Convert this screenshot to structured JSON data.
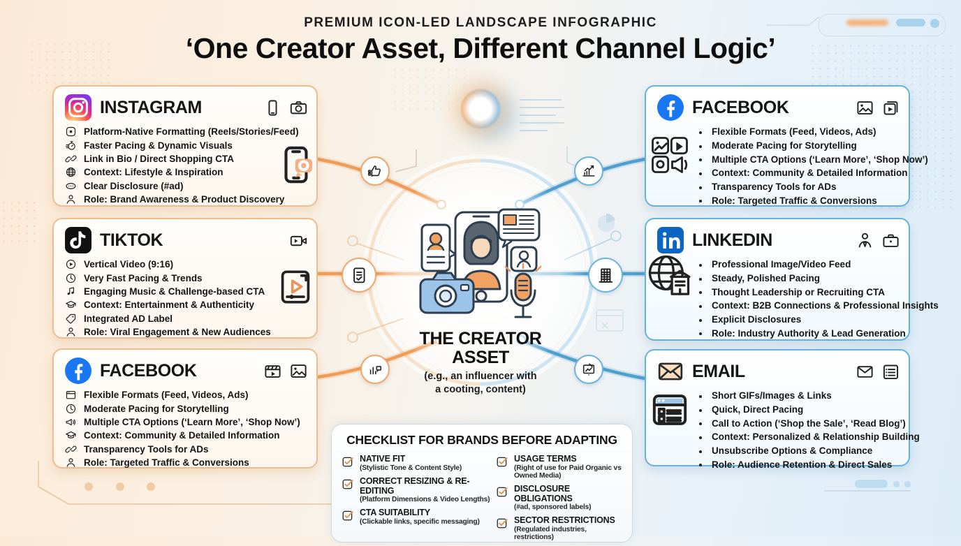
{
  "header": {
    "kicker": "PREMIUM ICON-LED LANDSCAPE INFOGRAPHIC",
    "title": "‘One Creator Asset, Different Channel Logic’"
  },
  "center": {
    "title": "THE CREATOR ASSET",
    "subtitle": "(e.g., an influencer with a cooting, content)"
  },
  "colors": {
    "accent_orange": "#f0a263",
    "accent_blue": "#58a8d6",
    "facebook_blue": "#1877f2",
    "linkedin_blue": "#0a66c2",
    "tiktok_black": "#111111",
    "check_orange": "#e8944a"
  },
  "panels": [
    {
      "id": "instagram",
      "side": "left",
      "title": "INSTAGRAM",
      "brand_icon": "instagram-logo-icon",
      "header_icons": [
        "smartphone-icon",
        "camera-icon"
      ],
      "side_icon": "phone-camera-icon",
      "items": [
        {
          "icon": "record-icon",
          "text": "Platform-Native Formatting (Reels/Stories/Feed)"
        },
        {
          "icon": "stopwatch-icon",
          "text": "Faster Pacing & Dynamic Visuals"
        },
        {
          "icon": "link-icon",
          "text": "Link in Bio / Direct Shopping CTA"
        },
        {
          "icon": "globe-icon",
          "text": "Context: Lifestyle & Inspiration"
        },
        {
          "icon": "disclosure-icon",
          "text": "Clear Disclosure (#ad)"
        },
        {
          "icon": "person-icon",
          "text": "Role: Brand Awareness & Product Discovery"
        }
      ]
    },
    {
      "id": "tiktok",
      "side": "left",
      "title": "TIKTOK",
      "brand_icon": "tiktok-logo-icon",
      "header_icons": [
        "video-camera-icon"
      ],
      "side_icon": "video-player-icon",
      "items": [
        {
          "icon": "play-circle-icon",
          "text": "Vertical Video (9:16)"
        },
        {
          "icon": "clock-icon",
          "text": "Very Fast Pacing & Trends"
        },
        {
          "icon": "music-icon",
          "text": "Engaging Music & Challenge-based CTA"
        },
        {
          "icon": "gradcap-icon",
          "text": "Context: Entertainment & Authenticity"
        },
        {
          "icon": "tag-icon",
          "text": "Integrated AD Label"
        },
        {
          "icon": "person-icon",
          "text": "Role: Viral Engagement & New Audiences"
        }
      ]
    },
    {
      "id": "facebook-left",
      "side": "left",
      "title": "FACEBOOK",
      "brand_icon": "facebook-logo-icon",
      "header_icons": [
        "clapperboard-icon",
        "photo-icon"
      ],
      "side_icon": null,
      "items": [
        {
          "icon": "browser-icon",
          "text": "Flexible Formats (Feed, Videos, Ads)"
        },
        {
          "icon": "clock-icon",
          "text": "Moderate Pacing for Storytelling"
        },
        {
          "icon": "speaker-icon",
          "text": "Multiple CTA Options (‘Learn More’, ‘Shop Now’)"
        },
        {
          "icon": "gradcap-icon",
          "text": "Context: Community & Detailed Information"
        },
        {
          "icon": "link-icon",
          "text": "Transparency Tools for ADs"
        },
        {
          "icon": "person-icon",
          "text": "Role: Targeted Traffic & Conversions"
        }
      ]
    },
    {
      "id": "facebook-right",
      "side": "right",
      "title": "FACEBOOK",
      "brand_icon": "facebook-logo-icon",
      "header_icons": [
        "photo-icon",
        "video-stack-icon"
      ],
      "side_icon": "media-cluster-icon",
      "items": [
        {
          "icon": "bullet-icon",
          "text": "Flexible Formats (Feed, Videos, Ads)"
        },
        {
          "icon": "bullet-icon",
          "text": "Moderate Pacing for Storytelling"
        },
        {
          "icon": "bullet-icon",
          "text": "Multiple CTA Options (‘Learn More’, ‘Shop Now’)"
        },
        {
          "icon": "bullet-icon",
          "text": "Context: Community & Detailed Information"
        },
        {
          "icon": "bullet-icon",
          "text": "Transparency Tools for ADs"
        },
        {
          "icon": "bullet-icon",
          "text": "Role: Targeted Traffic & Conversions"
        }
      ]
    },
    {
      "id": "linkedin",
      "side": "right",
      "title": "LINKEDIN",
      "brand_icon": "linkedin-logo-icon",
      "header_icons": [
        "person-tie-icon",
        "briefcase-icon"
      ],
      "side_icon": "globe-building-icon",
      "items": [
        {
          "icon": "bullet-icon",
          "text": "Professional Image/Video Feed"
        },
        {
          "icon": "bullet-icon",
          "text": "Steady, Polished Pacing"
        },
        {
          "icon": "bullet-icon",
          "text": "Thought Leadership or Recruiting CTA"
        },
        {
          "icon": "bullet-icon",
          "text": "Context: B2B Connections & Professional Insights"
        },
        {
          "icon": "bullet-icon",
          "text": "Explicit Disclosures"
        },
        {
          "icon": "bullet-icon",
          "text": "Role: Industry Authority & Lead Generation"
        }
      ]
    },
    {
      "id": "email",
      "side": "right",
      "title": "EMAIL",
      "brand_icon": "email-logo-icon",
      "header_icons": [
        "envelope-icon",
        "list-icon"
      ],
      "side_icon": "browser-list-icon",
      "items": [
        {
          "icon": "bullet-icon",
          "text": "Short GIFs/Images & Links"
        },
        {
          "icon": "bullet-icon",
          "text": "Quick, Direct Pacing"
        },
        {
          "icon": "bullet-icon",
          "text": "Call to Action (‘Shop the Sale’, ‘Read Blog’)"
        },
        {
          "icon": "bullet-icon",
          "text": "Context: Personalized & Relationship Building"
        },
        {
          "icon": "bullet-icon",
          "text": "Unsubscribe Options & Compliance"
        },
        {
          "icon": "bullet-icon",
          "text": "Role: Audience Retention & Direct Sales"
        }
      ]
    }
  ],
  "nodes": [
    {
      "id": "node-engagement",
      "icon": "thumbs-icon",
      "color": "o"
    },
    {
      "id": "node-doc-check",
      "icon": "doc-check-icon",
      "color": "o"
    },
    {
      "id": "node-chart",
      "icon": "chart-bubble-icon",
      "color": "o"
    },
    {
      "id": "node-growth",
      "icon": "growth-icon",
      "color": "b"
    },
    {
      "id": "node-building",
      "icon": "building-icon",
      "color": "b"
    },
    {
      "id": "node-artboard",
      "icon": "artboard-icon",
      "color": "b"
    }
  ],
  "checklist": {
    "title": "CHECKLIST FOR BRANDS BEFORE ADAPTING",
    "check_icon": "checkbox-icon",
    "columns": [
      [
        {
          "label": "NATIVE FIT",
          "sub": "(Stylistic Tone & Content Style)"
        },
        {
          "label": "CORRECT RESIZING & RE-EDITING",
          "sub": "(Platform Dimensions & Video Lengths)"
        },
        {
          "label": "CTA SUITABILITY",
          "sub": "(Clickable links, specific messaging)"
        }
      ],
      [
        {
          "label": "USAGE TERMS",
          "sub": "(Right of use for Paid Organic vs Owned Media)"
        },
        {
          "label": "DISCLOSURE OBLIGATIONS",
          "sub": "(#ad, sponsored labels)"
        },
        {
          "label": "SECTOR RESTRICTIONS",
          "sub": "(Regulated industries, restrictions)"
        }
      ]
    ]
  }
}
